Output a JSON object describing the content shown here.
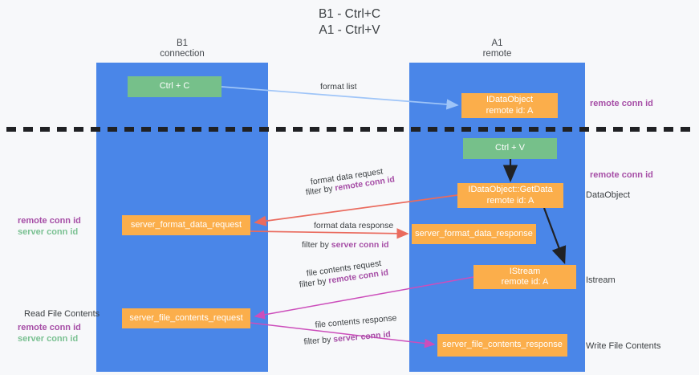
{
  "title": "B1 - Ctrl+C\nA1 - Ctrl+V",
  "lanes": [
    {
      "id": "b1",
      "name": "B1",
      "sub": "connection",
      "color": "#4a86e8"
    },
    {
      "id": "a1",
      "name": "A1",
      "sub": "remote",
      "color": "#4a86e8"
    }
  ],
  "nodes": {
    "ctrl_c": "Ctrl + C",
    "idataobject_line1": "IDataObject",
    "idataobject_line2": "remote id: A",
    "ctrl_v": "Ctrl + V",
    "getdata_line1": "IDataObject::GetData",
    "getdata_line2": "remote id: A",
    "server_format_data_request": "server_format_data_request",
    "server_format_data_response": "server_format_data_response",
    "istream_line1": "IStream",
    "istream_line2": "remote id: A",
    "server_file_contents_request": "server_file_contents_request",
    "server_file_contents_response": "server_file_contents_response"
  },
  "edge_labels": {
    "format_list": "format list",
    "format_data_request": "format data request",
    "format_data_request_filter_prefix": "filter by ",
    "format_data_request_filter_key": "remote conn id",
    "format_data_response": "format data response",
    "format_data_response_filter_prefix": "filter by ",
    "format_data_response_filter_key": "server conn id",
    "file_contents_request": "file contents request",
    "file_contents_request_filter_prefix": "filter by ",
    "file_contents_request_filter_key": "remote conn id",
    "file_contents_response": "file contents response",
    "file_contents_response_filter_prefix": "filter by ",
    "file_contents_response_filter_key": "server conn id"
  },
  "annotations": {
    "remote_conn_id_top": "remote conn id",
    "remote_conn_id_mid": "remote conn id",
    "dataobject": "DataObject",
    "istream": "Istream",
    "write_file_contents": "Write File Contents",
    "read_file_contents": "Read File Contents",
    "left_remote_conn_id_1": "remote conn id",
    "left_server_conn_id_1": "server conn id",
    "left_remote_conn_id_2": "remote conn id",
    "left_server_conn_id_2": "server conn id"
  },
  "colors": {
    "lane": "#4a86e8",
    "green_box": "#76c08a",
    "orange_box": "#fbae4b",
    "purple_text": "#a64ea6",
    "green_text": "#7ac192",
    "arrow_blue": "#9fc5f8",
    "arrow_red": "#ea6b5e",
    "arrow_magenta": "#cc4ebb",
    "arrow_black": "#202124",
    "divider": "#202124",
    "background": "#f7f8fa"
  }
}
